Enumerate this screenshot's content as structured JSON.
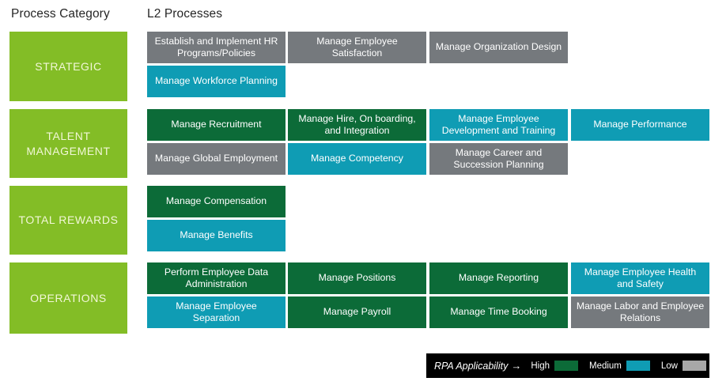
{
  "headers": {
    "category": "Process Category",
    "processes": "L2 Processes"
  },
  "colors": {
    "category_green": "#83bd26",
    "high": "#0c6b38",
    "medium": "#0f9cb4",
    "low": "#75797d",
    "legend_background": "#000000"
  },
  "bands": [
    {
      "category": "STRATEGIC",
      "height": 98,
      "rows": [
        [
          {
            "label": "Establish and Implement HR Programs/Policies",
            "applicability": "Low"
          },
          {
            "label": "Manage Employee Satisfaction",
            "applicability": "Low"
          },
          {
            "label": "Manage Organization Design",
            "applicability": "Low"
          }
        ],
        [
          {
            "label": "Manage Workforce Planning",
            "applicability": "Medium"
          }
        ]
      ]
    },
    {
      "category": "TALENT MANAGEMENT",
      "height": 97,
      "rows": [
        [
          {
            "label": "Manage Recruitment",
            "applicability": "High"
          },
          {
            "label": "Manage Hire, On boarding, and Integration",
            "applicability": "High"
          },
          {
            "label": "Manage Employee Development and Training",
            "applicability": "Medium"
          },
          {
            "label": "Manage Performance",
            "applicability": "Medium"
          }
        ],
        [
          {
            "label": "Manage Global Employment",
            "applicability": "Low"
          },
          {
            "label": "Manage Competency",
            "applicability": "Medium"
          },
          {
            "label": "Manage Career and Succession Planning",
            "applicability": "Low"
          }
        ]
      ]
    },
    {
      "category": "TOTAL REWARDS",
      "height": 97,
      "rows": [
        [
          {
            "label": "Manage Compensation",
            "applicability": "High"
          }
        ],
        [
          {
            "label": "Manage Benefits",
            "applicability": "Medium"
          }
        ]
      ]
    },
    {
      "category": "OPERATIONS",
      "height": 100,
      "rows": [
        [
          {
            "label": "Perform Employee Data Administration",
            "applicability": "High"
          },
          {
            "label": "Manage Positions",
            "applicability": "High"
          },
          {
            "label": "Manage Reporting",
            "applicability": "High"
          },
          {
            "label": "Manage Employee Health and Safety",
            "applicability": "Medium"
          }
        ],
        [
          {
            "label": "Manage Employee Separation",
            "applicability": "Medium"
          },
          {
            "label": "Manage Payroll",
            "applicability": "High"
          },
          {
            "label": "Manage Time Booking",
            "applicability": "High"
          },
          {
            "label": "Manage Labor and Employee Relations",
            "applicability": "Low"
          }
        ]
      ]
    }
  ],
  "legend": {
    "title": "RPA Applicability",
    "arrow": "→",
    "items": [
      {
        "label": "High",
        "color": "#0c6b38"
      },
      {
        "label": "Medium",
        "color": "#0f9cb4"
      },
      {
        "label": "Low",
        "color": "#a8a8a8"
      }
    ]
  }
}
